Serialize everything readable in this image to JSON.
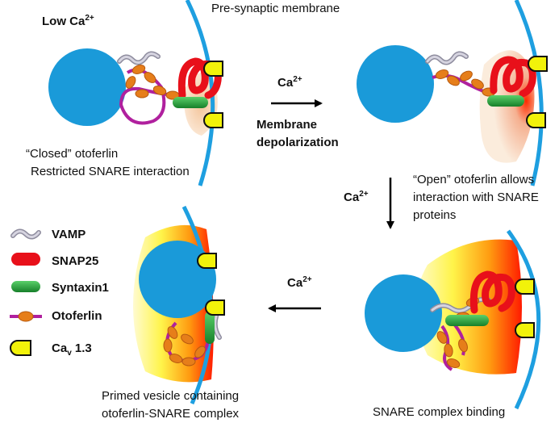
{
  "header": {
    "low_ca_prefix": "Low Ca",
    "low_ca_sup": "2+",
    "membrane_label": "Pre-synaptic membrane"
  },
  "panel_closed": {
    "caption_line1": "“Closed” otoferlin",
    "caption_line2": "Restricted SNARE interaction"
  },
  "step_top": {
    "ca": "Ca",
    "ca_sup": "2+",
    "label_line1": "Membrane",
    "label_line2": "depolarization"
  },
  "step_right": {
    "ca": "Ca",
    "ca_sup": "2+",
    "label_line1": "“Open” otoferlin allows",
    "label_line2": "interaction with SNARE",
    "label_line3": "proteins"
  },
  "step_bottom": {
    "ca": "Ca",
    "ca_sup": "2+"
  },
  "panel_snare": {
    "caption": "SNARE complex binding"
  },
  "panel_primed": {
    "caption_line1": "Primed vesicle containing",
    "caption_line2": "otoferlin-SNARE complex"
  },
  "legend": {
    "items": [
      {
        "label": "VAMP",
        "icon": "vamp-icon"
      },
      {
        "label": "SNAP25",
        "icon": "snap25-icon"
      },
      {
        "label": "Syntaxin1",
        "icon": "syntaxin1-icon"
      },
      {
        "label": "Otoferlin",
        "icon": "otoferlin-icon"
      }
    ],
    "cav_prefix": "Ca",
    "cav_sub": "v",
    "cav_suffix": " 1.3"
  },
  "colors": {
    "vesicle": "#1a9ad9",
    "membrane": "#1e9fe0",
    "snap25": "#e8101a",
    "syntaxin": "#22a33a",
    "otoferlin_link": "#b0209e",
    "otoferlin_bead": "#e67e1a",
    "vamp": "#b6b4c4",
    "channel": "#f2f20a",
    "glow_peach": "#f7d2b0",
    "glow_red": "#ff2a00",
    "glow_yellow": "#fff44a"
  }
}
